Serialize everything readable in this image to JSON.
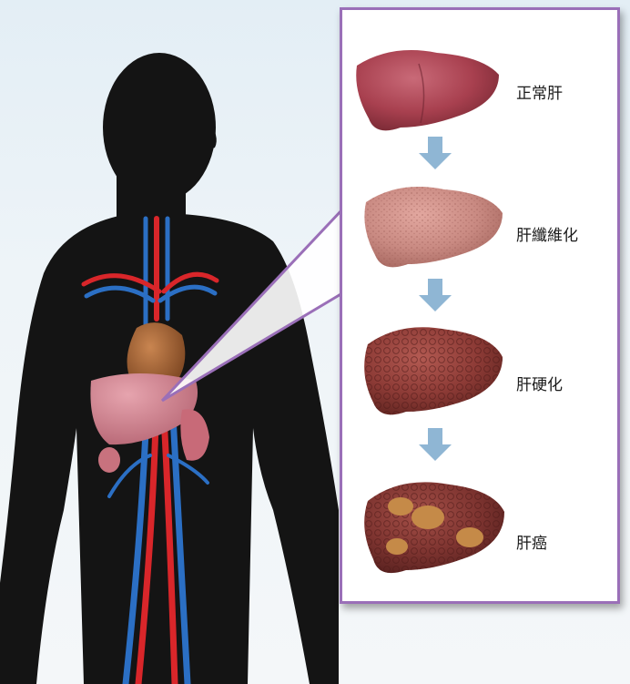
{
  "stages": [
    {
      "label": "正常肝"
    },
    {
      "label": "肝纖維化"
    },
    {
      "label": "肝硬化"
    },
    {
      "label": "肝癌"
    }
  ],
  "colors": {
    "panel_border": "#9a6fb8",
    "arrow": "#8fb6d4",
    "silhouette": "#141414",
    "artery": "#d9262a",
    "vein": "#2b6fc4"
  }
}
